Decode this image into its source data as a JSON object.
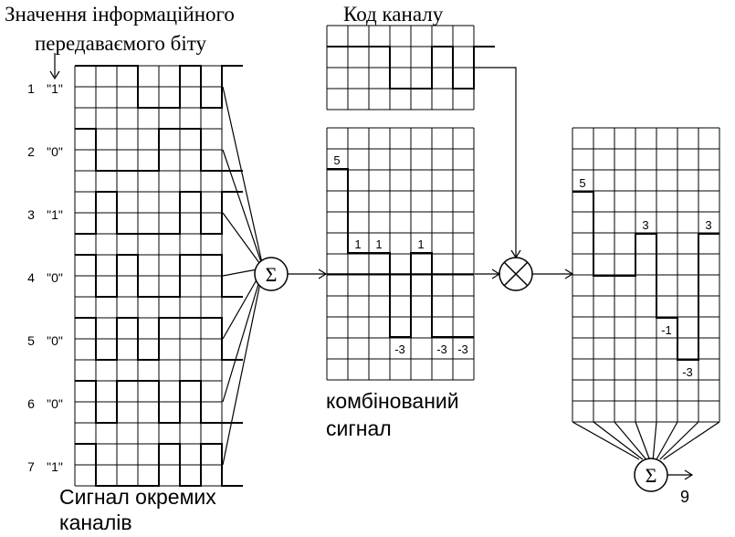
{
  "labels": {
    "bit_value_title_line1": "Значення інформаційного",
    "bit_value_title_line2": "передаваємого біту",
    "channel_code_title": "Код каналу",
    "channel_signals_line1": "Сигнал окремих",
    "channel_signals_line2": "каналів",
    "combined_line1": "комбінований",
    "combined_line2": "сигнал",
    "sum_symbol": "Σ",
    "output_number": "9"
  },
  "channels": [
    {
      "index": "1",
      "bit": "\"1\"",
      "levels": [
        1,
        1,
        1,
        0,
        0,
        1,
        0,
        1
      ]
    },
    {
      "index": "2",
      "bit": "\"0\"",
      "levels": [
        1,
        0,
        0,
        0,
        1,
        1,
        0,
        0
      ]
    },
    {
      "index": "3",
      "bit": "\"1\"",
      "levels": [
        0,
        1,
        0,
        0,
        0,
        1,
        0,
        1
      ]
    },
    {
      "index": "4",
      "bit": "\"0\"",
      "levels": [
        1,
        0,
        1,
        0,
        0,
        1,
        1,
        0
      ]
    },
    {
      "index": "5",
      "bit": "\"0\"",
      "levels": [
        1,
        0,
        1,
        0,
        1,
        1,
        1,
        0
      ]
    },
    {
      "index": "6",
      "bit": "\"0\"",
      "levels": [
        1,
        0,
        1,
        1,
        0,
        1,
        0,
        0
      ]
    },
    {
      "index": "7",
      "bit": "\"1\"",
      "levels": [
        1,
        0,
        0,
        0,
        1,
        0,
        1,
        0
      ]
    }
  ],
  "channel_code": [
    1,
    1,
    1,
    0,
    0,
    1,
    0,
    1
  ],
  "combined": {
    "values": [
      5,
      1,
      1,
      -3,
      1,
      -3,
      -3
    ],
    "labels": [
      "5",
      "1",
      "1",
      "-3",
      "1",
      "-3",
      "-3"
    ]
  },
  "despread": {
    "values": [
      5,
      1,
      1,
      3,
      -1,
      -3,
      3
    ],
    "labels": [
      "5",
      "3",
      "-1",
      "-3",
      "3"
    ]
  }
}
